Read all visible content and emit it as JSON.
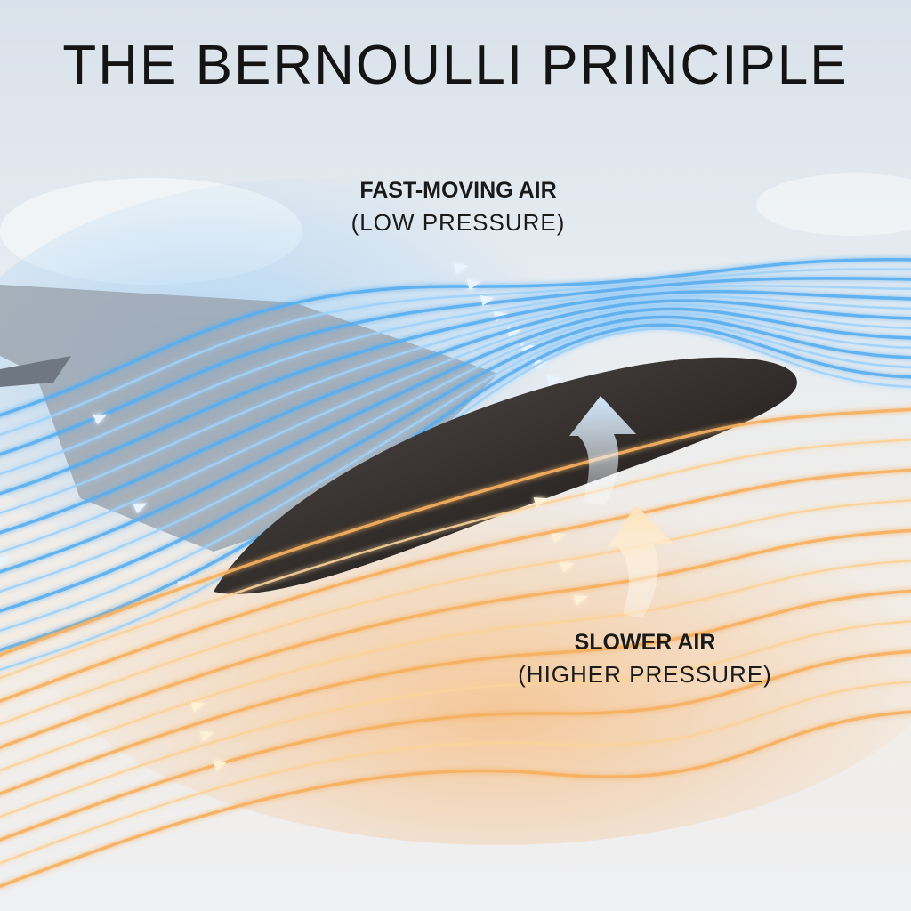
{
  "title": {
    "part1": "THE ",
    "part2": "BERNOULLI",
    "part3": " PRINCIPLE"
  },
  "labels": {
    "top": {
      "heading": "FAST-MOVING AIR",
      "sub": "(LOW PRESSURE)"
    },
    "bottom": {
      "heading": "SLOWER AIR",
      "sub": "(HIGHER PRESSURE)"
    }
  },
  "colors": {
    "fast_air": "#5aaef0",
    "slow_air": "#f6b060",
    "wing": "#3a3532",
    "sky": "#dfe6ee"
  }
}
